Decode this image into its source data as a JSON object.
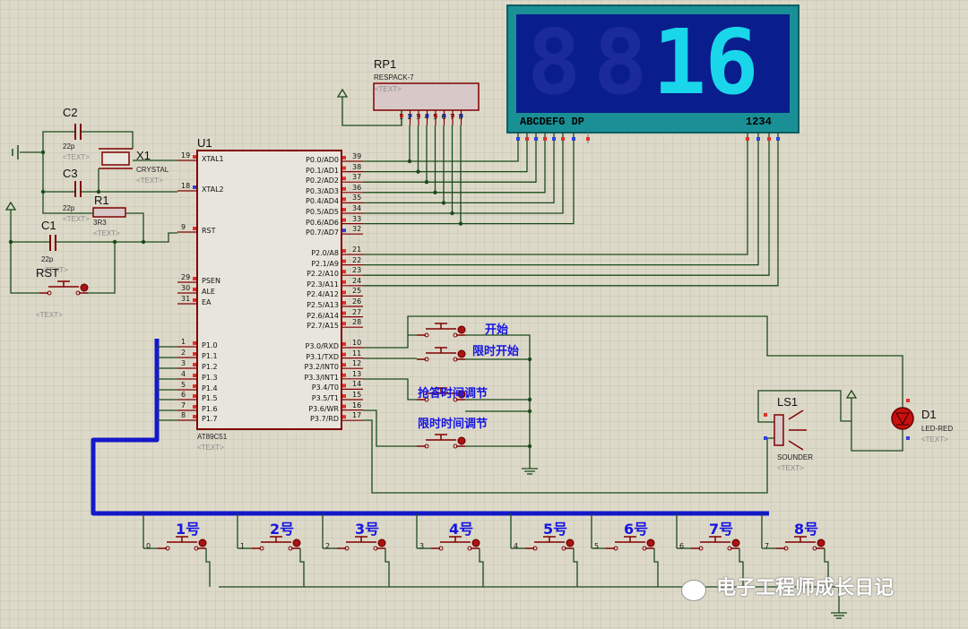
{
  "display": {
    "digits": "16",
    "segment_labels": "ABCDEFG DP",
    "digit_labels": "1234",
    "digit_color": "#19d6ea",
    "panel_color": "#1a8f95",
    "screen_color": "#0a1d8c"
  },
  "rp1": {
    "ref": "RP1",
    "value": "RESPACK-7",
    "text": "<TEXT>",
    "pins": [
      "1",
      "2",
      "3",
      "4",
      "5",
      "6",
      "7",
      "8"
    ]
  },
  "u1": {
    "ref": "U1",
    "part": "AT89C51",
    "text": "<TEXT>",
    "left_pins": [
      {
        "num": "19",
        "name": "XTAL1"
      },
      {
        "num": "18",
        "name": "XTAL2"
      },
      {
        "num": "9",
        "name": "RST"
      },
      {
        "num": "29",
        "name": "PSEN"
      },
      {
        "num": "30",
        "name": "ALE"
      },
      {
        "num": "31",
        "name": "EA"
      },
      {
        "num": "1",
        "name": "P1.0"
      },
      {
        "num": "2",
        "name": "P1.1"
      },
      {
        "num": "3",
        "name": "P1.2"
      },
      {
        "num": "4",
        "name": "P1.3"
      },
      {
        "num": "5",
        "name": "P1.4"
      },
      {
        "num": "6",
        "name": "P1.5"
      },
      {
        "num": "7",
        "name": "P1.6"
      },
      {
        "num": "8",
        "name": "P1.7"
      }
    ],
    "right_pins": [
      {
        "num": "39",
        "name": "P0.0/AD0"
      },
      {
        "num": "38",
        "name": "P0.1/AD1"
      },
      {
        "num": "37",
        "name": "P0.2/AD2"
      },
      {
        "num": "36",
        "name": "P0.3/AD3"
      },
      {
        "num": "35",
        "name": "P0.4/AD4"
      },
      {
        "num": "34",
        "name": "P0.5/AD5"
      },
      {
        "num": "33",
        "name": "P0.6/AD6"
      },
      {
        "num": "32",
        "name": "P0.7/AD7"
      },
      {
        "num": "21",
        "name": "P2.0/A8"
      },
      {
        "num": "22",
        "name": "P2.1/A9"
      },
      {
        "num": "23",
        "name": "P2.2/A10"
      },
      {
        "num": "24",
        "name": "P2.3/A11"
      },
      {
        "num": "25",
        "name": "P2.4/A12"
      },
      {
        "num": "26",
        "name": "P2.5/A13"
      },
      {
        "num": "27",
        "name": "P2.6/A14"
      },
      {
        "num": "28",
        "name": "P2.7/A15"
      },
      {
        "num": "10",
        "name": "P3.0/RXD"
      },
      {
        "num": "11",
        "name": "P3.1/TXD"
      },
      {
        "num": "12",
        "name": "P3.2/INT0"
      },
      {
        "num": "13",
        "name": "P3.3/INT1"
      },
      {
        "num": "14",
        "name": "P3.4/T0"
      },
      {
        "num": "15",
        "name": "P3.5/T1"
      },
      {
        "num": "16",
        "name": "P3.6/WR"
      },
      {
        "num": "17",
        "name": "P3.7/RD"
      }
    ]
  },
  "components": {
    "c2": {
      "ref": "C2",
      "value": "22p",
      "text": "<TEXT>"
    },
    "c3": {
      "ref": "C3",
      "value": "22p",
      "text": "<TEXT>"
    },
    "c1": {
      "ref": "C1",
      "value": "22p",
      "text": "<TEXT>"
    },
    "x1": {
      "ref": "X1",
      "value": "CRYSTAL",
      "text": "<TEXT>"
    },
    "r1": {
      "ref": "R1",
      "value": "3R3",
      "text": "<TEXT>"
    },
    "rst": {
      "ref": "RST",
      "text": "<TEXT>"
    },
    "ls1": {
      "ref": "LS1",
      "value": "SOUNDER",
      "text": "<TEXT>"
    },
    "d1": {
      "ref": "D1",
      "value": "LED-RED",
      "text": "<TEXT>"
    }
  },
  "control_buttons": {
    "start": "开始",
    "timed_start": "限时开始",
    "answer_time_adjust": "抢答时间调节",
    "limit_time_adjust": "限时时间调节"
  },
  "player_buttons": [
    "1号",
    "2号",
    "3号",
    "4号",
    "5号",
    "6号",
    "7号",
    "8号"
  ],
  "bus_labels": [
    "0",
    "1",
    "2",
    "3",
    "4",
    "5",
    "6",
    "7"
  ],
  "watermark": "电子工程师成长日记",
  "colors": {
    "wire": "#1a4a1a",
    "bus": "#1418c8",
    "component": "#800000",
    "chip_fill": "#eaeaea",
    "pin_red": "#e0302c",
    "pin_blue": "#3040e0",
    "grid": "#c8c4b4"
  }
}
